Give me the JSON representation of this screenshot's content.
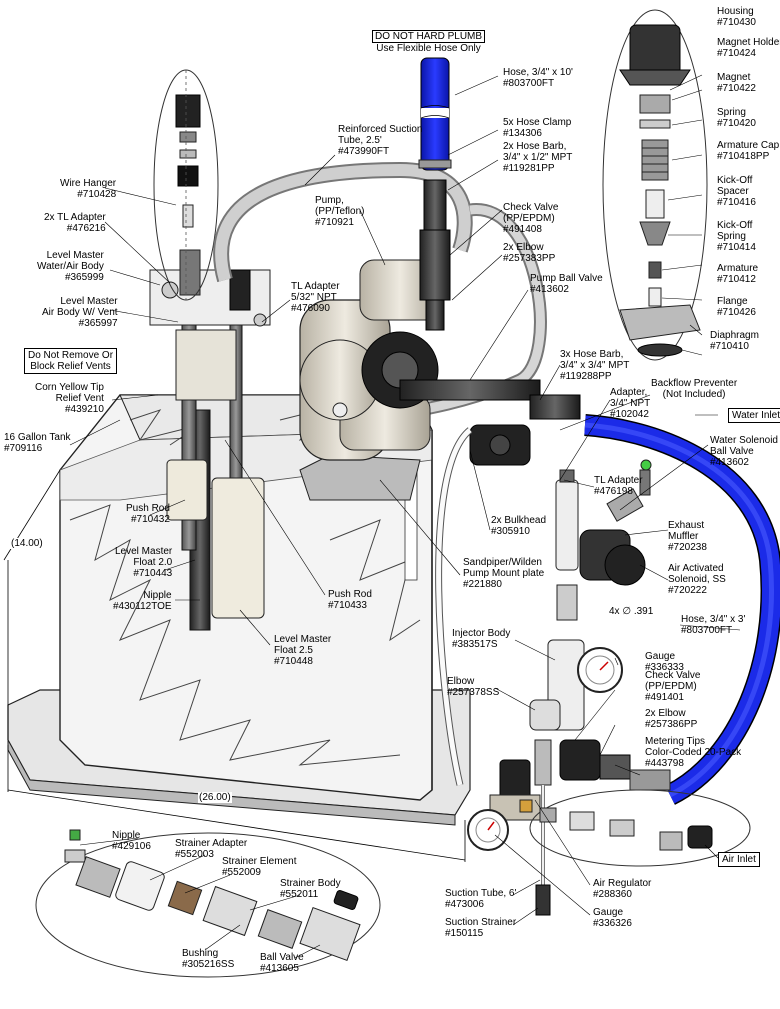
{
  "notices": {
    "hard_plumb_l1": "DO NOT HARD PLUMB",
    "hard_plumb_l2": "Use Flexible Hose Only",
    "relief_l1": "Do Not Remove Or",
    "relief_l2": "Block Relief Vents",
    "water_inlet": "Water Inlet",
    "air_inlet": "Air Inlet"
  },
  "dimensions": {
    "height": "14.00",
    "width": "26.00",
    "holes": "4x ∅ .391"
  },
  "labels": {
    "hose_top": [
      "Hose, 3/4\" x 10'",
      "#803700FT"
    ],
    "hose_clamp": [
      "5x Hose Clamp",
      "#134306"
    ],
    "hose_barb_top": [
      "2x Hose Barb,",
      "3/4\" x 1/2\" MPT",
      "#119281PP"
    ],
    "check_valve_top": [
      "Check Valve",
      "(PP/EPDM)",
      "#491408"
    ],
    "elbow_top": [
      "2x Elbow",
      "#257383PP"
    ],
    "pump_ball_valve": [
      "Pump Ball Valve",
      "#413602"
    ],
    "suction_tube_reinforced": [
      "Reinforced Suction",
      "Tube, 2.5'",
      "#473990FT"
    ],
    "pump": [
      "Pump,",
      "(PP/Teflon)",
      "#710921"
    ],
    "wire_hanger": [
      "Wire Hanger",
      "#710428"
    ],
    "tl_adapter_2x": [
      "2x TL Adapter",
      "#476216"
    ],
    "level_master_water": [
      "Level Master",
      "Water/Air Body",
      "#365999"
    ],
    "level_master_air": [
      "Level Master",
      "Air Body W/ Vent",
      "#365997"
    ],
    "tl_adapter_532": [
      "TL Adapter",
      "5/32\" NPT",
      "#476090"
    ],
    "corn_yellow": [
      "Corn Yellow Tip",
      "Relief Vent",
      "#439210"
    ],
    "tank": [
      "16 Gallon Tank",
      "#709116"
    ],
    "push_rod_left": [
      "Push Rod",
      "#710432"
    ],
    "float_20": [
      "Level Master",
      "Float 2.0",
      "#710443"
    ],
    "nipple_mid": [
      "Nipple",
      "#430112TOE"
    ],
    "push_rod_right": [
      "Push Rod",
      "#710433"
    ],
    "float_25": [
      "Level Master",
      "Float 2.5",
      "#710448"
    ],
    "bulkhead": [
      "2x Bulkhead",
      "#305910"
    ],
    "pump_mount": [
      "Sandpiper/Wilden",
      "Pump Mount plate",
      "#221880"
    ],
    "hose_barb_34": [
      "3x Hose Barb,",
      "3/4\" x 3/4\" MPT",
      "#119288PP"
    ],
    "adapter_34": [
      "Adapter,",
      "3/4\" NPT",
      "#102042"
    ],
    "backflow": [
      "Backflow Preventer",
      "(Not Included)"
    ],
    "water_solenoid": [
      "Water Solenoid",
      "Ball Valve",
      "#413602"
    ],
    "tl_adapter_right": [
      "TL Adapter",
      "#476198"
    ],
    "exhaust_muffler": [
      "Exhaust",
      "Muffler",
      "#720238"
    ],
    "air_solenoid": [
      "Air Activated",
      "Solenoid, SS",
      "#720222"
    ],
    "hose_3ft": [
      "Hose, 3/4\" x 3'",
      "#803700FT"
    ],
    "injector_body": [
      "Injector Body",
      "#383517S"
    ],
    "gauge_right": [
      "Gauge",
      "#336333"
    ],
    "elbow_ss": [
      "Elbow",
      "#257378SS"
    ],
    "check_valve_right": [
      "Check Valve",
      "(PP/EPDM)",
      "#491401"
    ],
    "elbow_2x_pp": [
      "2x Elbow",
      "#257386PP"
    ],
    "metering_tips": [
      "Metering Tips",
      "Color-Coded 20-Pack",
      "#443798"
    ],
    "air_regulator": [
      "Air Regulator",
      "#288360"
    ],
    "gauge_bottom": [
      "Gauge",
      "#336326"
    ],
    "suction_tube_6": [
      "Suction Tube, 6'",
      "#473006"
    ],
    "suction_strainer": [
      "Suction Strainer",
      "#150115"
    ],
    "nipple_btm": [
      "Nipple",
      "#429106"
    ],
    "strainer_adapter": [
      "Strainer Adapter",
      "#552003"
    ],
    "strainer_element": [
      "Strainer Element",
      "#552009"
    ],
    "strainer_body": [
      "Strainer Body",
      "#552011"
    ],
    "bushing": [
      "Bushing",
      "#305216SS"
    ],
    "ball_valve_btm": [
      "Ball Valve",
      "#413605"
    ],
    "housing": [
      "Housing",
      "#710430"
    ],
    "magnet_holder": [
      "Magnet Holder",
      "#710424"
    ],
    "magnet": [
      "Magnet",
      "#710422"
    ],
    "spring": [
      "Spring",
      "#710420"
    ],
    "armature_cap": [
      "Armature Cap",
      "#710418PP"
    ],
    "kickoff_spacer": [
      "Kick-Off",
      "Spacer",
      "#710416"
    ],
    "kickoff_spring": [
      "Kick-Off",
      "Spring",
      "#710414"
    ],
    "armature": [
      "Armature",
      "#710412"
    ],
    "flange": [
      "Flange",
      "#710426"
    ],
    "diaphragm": [
      "Diaphragm",
      "#710410"
    ]
  },
  "colors": {
    "hose_blue": "#1b2be8",
    "hose_dark_blue": "#0a15a8",
    "pump_tan": "#d8d2c4",
    "tank_fill": "#f2f2f2"
  }
}
